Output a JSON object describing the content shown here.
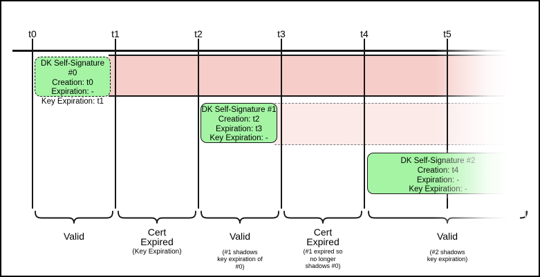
{
  "diagram": {
    "ticks": [
      "t0",
      "t1",
      "t2",
      "t3",
      "t4",
      "t5"
    ],
    "signatures": [
      {
        "title": "DK Self-Signature #0",
        "body": "Creation: t0\nExpiration: -\nKey Expiration: t1"
      },
      {
        "title": "DK Self-Signature #1",
        "body": "Creation: t2\nExpiration: t3\nKey Expiration: -"
      },
      {
        "title": "DK Self-Signature #2",
        "body": "Creation: t4\nExpiration: -\nKey Expiration: -"
      }
    ],
    "segments": [
      {
        "label": "Valid",
        "sub": ""
      },
      {
        "label": "Cert\nExpired",
        "sub": "(Key Expiration)"
      },
      {
        "label": "Valid",
        "sub": "(#1 shadows\nkey expiration of\n#0)"
      },
      {
        "label": "Cert\nExpired",
        "sub": "(#1 expired so\nno longer\nshadows #0)"
      },
      {
        "label": "Valid",
        "sub": "(#2 shadows\nkey expiration)"
      }
    ],
    "colors": {
      "band_strong": "#F6CDC9",
      "band_light": "#FBEAE8",
      "box_green": "#A4F4A4"
    }
  }
}
